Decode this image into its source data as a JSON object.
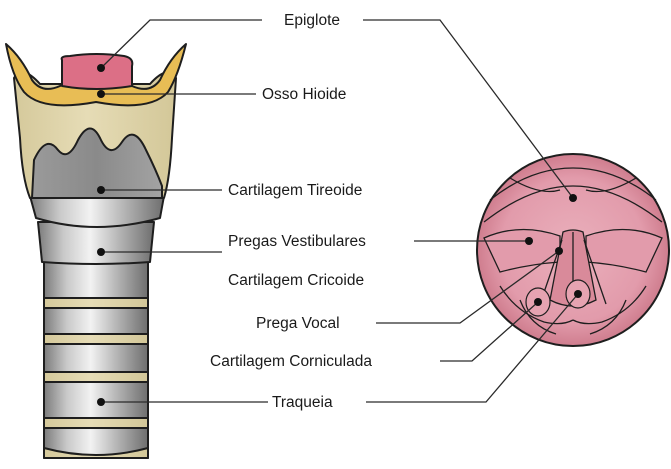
{
  "labels": {
    "epiglote": "Epiglote",
    "osso_hioide": "Osso Hioide",
    "cartilagem_tireoide": "Cartilagem Tireoide",
    "pregas_vestibulares": "Pregas Vestibulares",
    "cartilagem_cricoide": "Cartilagem Cricoide",
    "prega_vocal": "Prega Vocal",
    "cartilagem_corniculada": "Cartilagem Corniculada",
    "traqueia": "Traqueia"
  },
  "colors": {
    "epiglottis": "#dc6f86",
    "hyoid": "#e8bd55",
    "thyroid_beige": "#e0d5ac",
    "cartilage_gray": "#9a9a9a",
    "cartilage_light": "#dcdcdc",
    "ring_band": "#e0d5ac",
    "laryngoscope_pink": "#e9a6b2",
    "laryngoscope_deep": "#cf7d8e",
    "leader": "#2a2a2a"
  }
}
